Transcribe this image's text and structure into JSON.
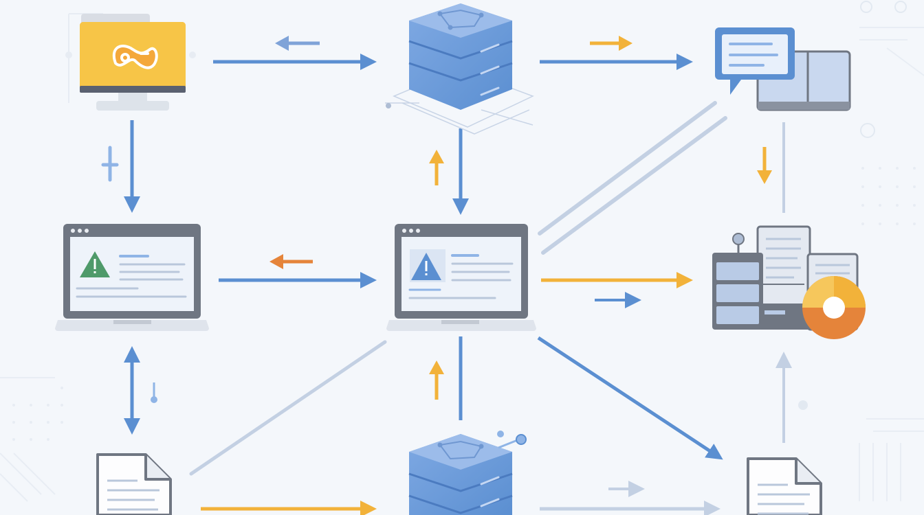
{
  "diagram": {
    "palette": {
      "background": "#f4f7fb",
      "blue": "#5b8fd1",
      "blue_light": "#8fb4e6",
      "blue_dark": "#3f6fb0",
      "orange": "#f2b23a",
      "orange_dark": "#e5843a",
      "gray_line": "#b7c6dc",
      "gray_frame": "#6f7682",
      "green": "#4f9a6a",
      "folder": "#f6be3c",
      "folder_tab": "#f4a83a"
    },
    "nodes": [
      {
        "id": "folder-monitor",
        "icon": "folder-monitor-icon"
      },
      {
        "id": "database-top",
        "icon": "database-server-icon"
      },
      {
        "id": "chat-window",
        "icon": "chat-window-icon"
      },
      {
        "id": "laptop-left",
        "icon": "laptop-warning-icon"
      },
      {
        "id": "laptop-center",
        "icon": "laptop-warning-icon"
      },
      {
        "id": "server-cluster",
        "icon": "server-cluster-chart-icon"
      },
      {
        "id": "document-left",
        "icon": "document-icon"
      },
      {
        "id": "database-bottom",
        "icon": "database-server-icon"
      },
      {
        "id": "document-right",
        "icon": "document-icon"
      }
    ]
  }
}
